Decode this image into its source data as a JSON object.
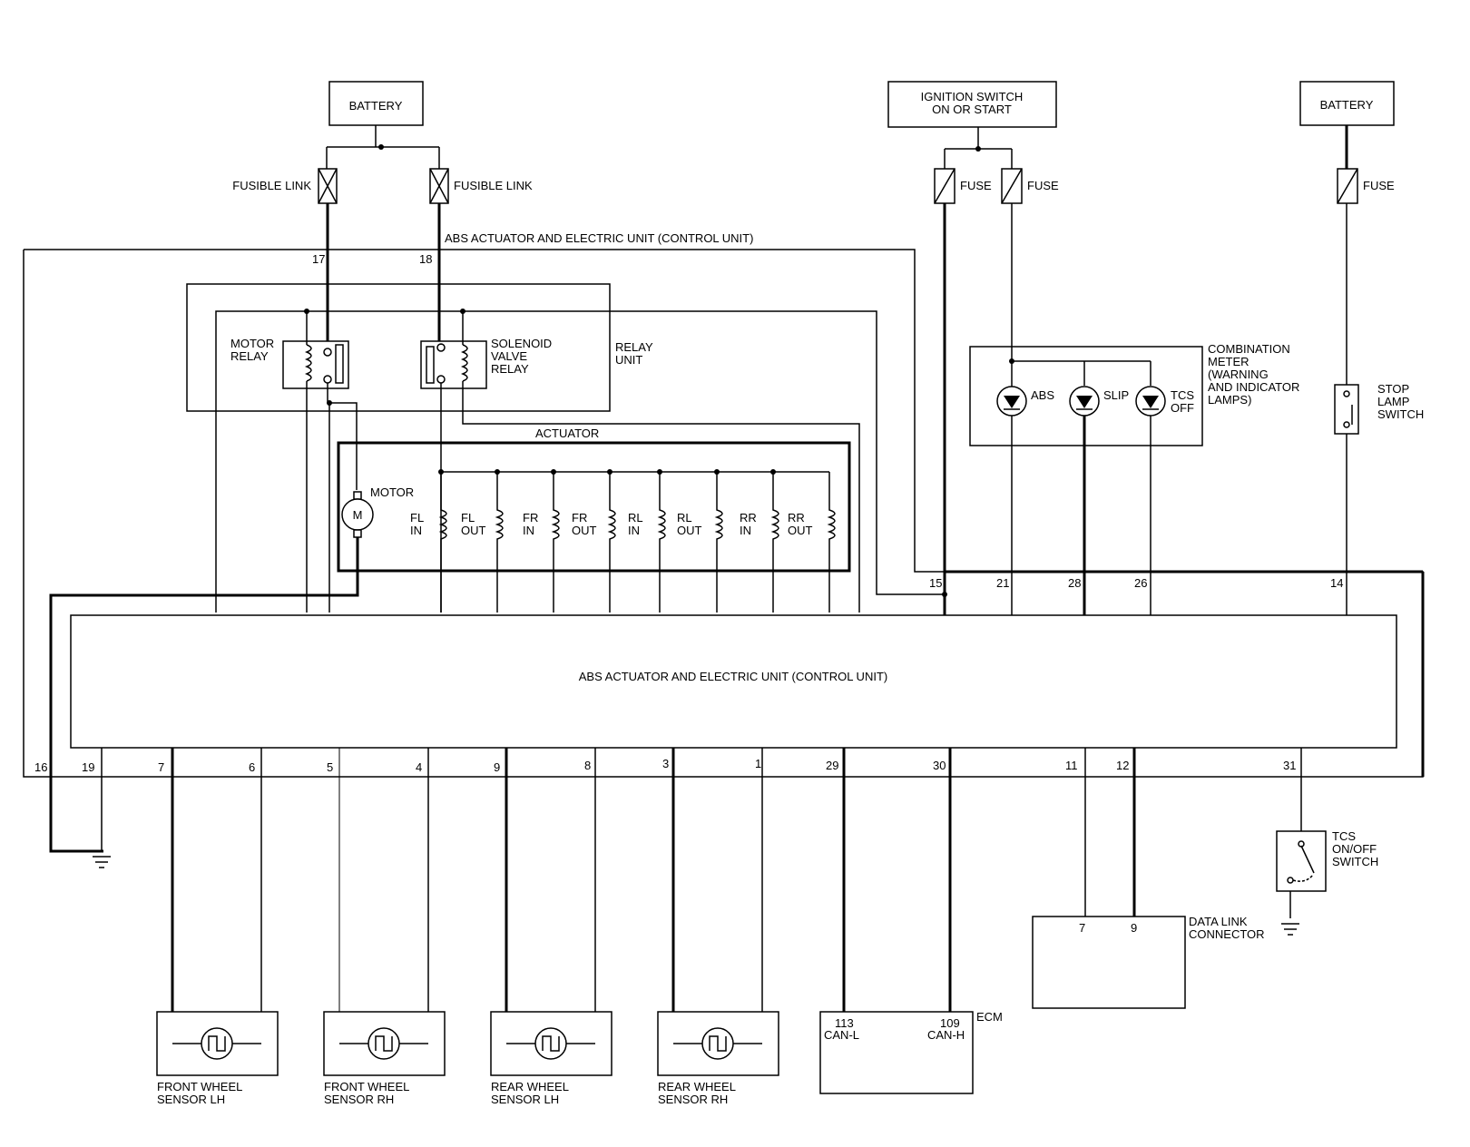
{
  "labels": {
    "battery_left": "BATTERY",
    "battery_right": "BATTERY",
    "ignition_line1": "IGNITION SWITCH",
    "ignition_line2": "ON OR START",
    "fusible_link_1": "FUSIBLE LINK",
    "fusible_link_2": "FUSIBLE LINK",
    "fuse_1": "FUSE",
    "fuse_2": "FUSE",
    "fuse_3": "FUSE",
    "abs_unit_top": "ABS ACTUATOR AND ELECTRIC UNIT (CONTROL UNIT)",
    "abs_unit_main": "ABS ACTUATOR AND ELECTRIC UNIT (CONTROL UNIT)",
    "motor_relay_1": "MOTOR",
    "motor_relay_2": "RELAY",
    "solenoid_1": "SOLENOID",
    "solenoid_2": "VALVE",
    "solenoid_3": "RELAY",
    "relay_unit_1": "RELAY",
    "relay_unit_2": "UNIT",
    "actuator": "ACTUATOR",
    "motor": "MOTOR",
    "motor_symbol": "M",
    "fl_in_1": "FL",
    "fl_in_2": "IN",
    "fl_out_1": "FL",
    "fl_out_2": "OUT",
    "fr_in_1": "FR",
    "fr_in_2": "IN",
    "fr_out_1": "FR",
    "fr_out_2": "OUT",
    "rl_in_1": "RL",
    "rl_in_2": "IN",
    "rl_out_1": "RL",
    "rl_out_2": "OUT",
    "rr_in_1": "RR",
    "rr_in_2": "IN",
    "rr_out_1": "RR",
    "rr_out_2": "OUT",
    "combo_1": "COMBINATION",
    "combo_2": "METER",
    "combo_3": "(WARNING",
    "combo_4": "AND INDICATOR",
    "combo_5": "LAMPS)",
    "lamp_abs": "ABS",
    "lamp_slip": "SLIP",
    "lamp_tcs_1": "TCS",
    "lamp_tcs_2": "OFF",
    "stop_1": "STOP",
    "stop_2": "LAMP",
    "stop_3": "SWITCH",
    "tcs_sw_1": "TCS",
    "tcs_sw_2": "ON/OFF",
    "tcs_sw_3": "SWITCH",
    "dlc_1": "DATA LINK",
    "dlc_2": "CONNECTOR",
    "ecm": "ECM",
    "can_l": "CAN-L",
    "can_h": "CAN-H",
    "sensor_fl_1": "FRONT WHEEL",
    "sensor_fl_2": "SENSOR LH",
    "sensor_fr_1": "FRONT WHEEL",
    "sensor_fr_2": "SENSOR RH",
    "sensor_rl_1": "REAR WHEEL",
    "sensor_rl_2": "SENSOR LH",
    "sensor_rr_1": "REAR WHEEL",
    "sensor_rr_2": "SENSOR RH"
  },
  "pins": {
    "p17": "17",
    "p18": "18",
    "p15": "15",
    "p21": "21",
    "p28": "28",
    "p26": "26",
    "p14": "14",
    "p16": "16",
    "p19": "19",
    "p7": "7",
    "p6": "6",
    "p5": "5",
    "p4": "4",
    "p9": "9",
    "p8": "8",
    "p3": "3",
    "p1": "1",
    "p29": "29",
    "p30": "30",
    "p11": "11",
    "p12": "12",
    "p31": "31",
    "dlc7": "7",
    "dlc9": "9",
    "ecm113": "113",
    "ecm109": "109"
  }
}
